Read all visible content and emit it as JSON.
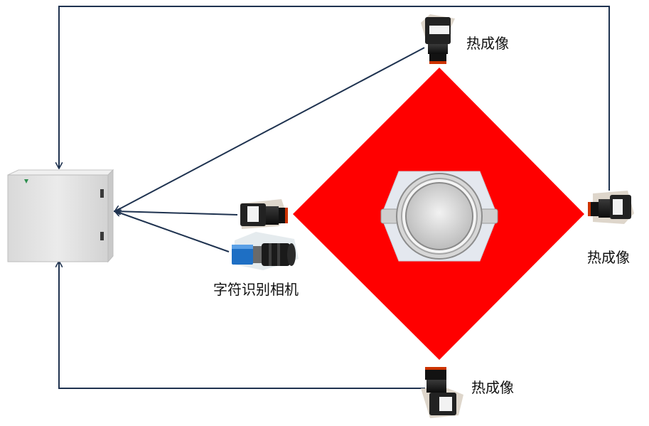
{
  "labels": {
    "thermal_top": "热成像",
    "thermal_right": "热成像",
    "thermal_bottom": "热成像",
    "ocr_camera": "字符识别相机"
  },
  "colors": {
    "background": "#ffffff",
    "diamond": "#ff0000",
    "connector": "#1f3350",
    "cabinet": "#e6e6e6"
  },
  "icons": {
    "cabinet": "electrical-cabinet",
    "thermal_camera": "thermal-camera",
    "ocr_camera": "industrial-camera",
    "pipe": "pipe-cross-section"
  }
}
